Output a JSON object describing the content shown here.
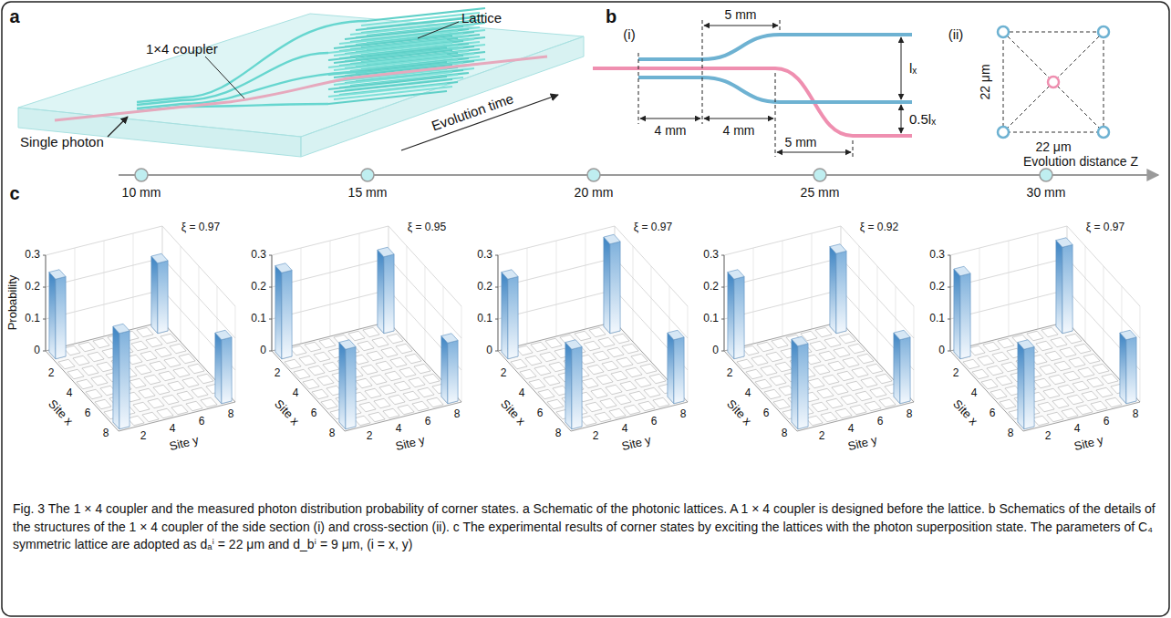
{
  "diagram": {
    "caption": "Fig. 3 The 1 × 4 coupler and the measured photon distribution probability of corner states. a Schematic of the photonic lattices. A 1 × 4 coupler is designed before the lattice. b Schematics of the details of the structures of the 1 × 4 coupler of the side section (i) and cross-section (ii). c The experimental results of corner states by exciting the lattices with the photon superposition state. The parameters of C₄ symmetric lattice are adopted as dₐⁱ = 22 μm and d_bⁱ = 9 μm, (i = x, y)",
    "labels": [
      "a",
      "Lattice",
      "1×4 coupler",
      "Single photon",
      "Evolution time",
      "b",
      "(i)",
      "(ii)",
      "5 mm",
      "4 mm",
      "4 mm",
      "5 mm",
      "lₓ",
      "0.5lₓ",
      "22 μm",
      "22 μm",
      "Evolution distance Z",
      "c",
      "10 mm",
      "ξ = 0.97",
      "Probability",
      "0.3",
      "0.2",
      "0.1",
      "0",
      "2",
      "4",
      "6",
      "8",
      "Site x",
      "2",
      "4",
      "6",
      "8",
      "Site y",
      "15 mm",
      "ξ = 0.95",
      "0.3",
      "0.2",
      "0.1",
      "0",
      "2",
      "4",
      "6",
      "8",
      "Site x",
      "2",
      "4",
      "6",
      "8",
      "Site y",
      "20 mm",
      "ξ = 0.97",
      "0.3",
      "0.2",
      "0.1",
      "0",
      "2",
      "4",
      "6",
      "8",
      "Site x",
      "2",
      "4",
      "6",
      "8",
      "Site y",
      "25 mm",
      "ξ = 0.92",
      "0.3",
      "0.2",
      "0.1",
      "0",
      "2",
      "4",
      "6",
      "8",
      "Site x",
      "2",
      "4",
      "6",
      "8",
      "Site y",
      "30 mm",
      "ξ = 0.97",
      "0.3",
      "0.2",
      "0.1",
      "0",
      "2",
      "4",
      "6",
      "8",
      "Site x",
      "2",
      "4",
      "6",
      "8",
      "Site y"
    ]
  }
}
